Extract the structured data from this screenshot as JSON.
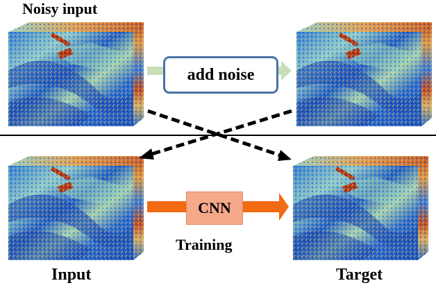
{
  "diagram": {
    "top_section": {
      "left_cube_label": "Noisy input",
      "process_box_label": "add noise",
      "process_arrow_color": "#c8dfb9",
      "process_box_border_color": "#4a72a3"
    },
    "bottom_section": {
      "left_cube_label": "Input",
      "right_cube_label": "Target",
      "process_box_label": "CNN",
      "process_caption": "Training",
      "process_arrow_color": "#f26a12",
      "process_box_fill_color": "#f6a98a"
    },
    "cross_arrows": {
      "style": "dashed",
      "color": "#000000",
      "from_top_left_to": "Target",
      "from_top_right_to": "Input"
    },
    "divider": {
      "color": "#000000"
    },
    "cube_colormap": [
      "#0f3fa8",
      "#1f6fd6",
      "#4fb0e0",
      "#9bd6c6",
      "#e8d67a",
      "#f0a040",
      "#b02a0a"
    ]
  }
}
